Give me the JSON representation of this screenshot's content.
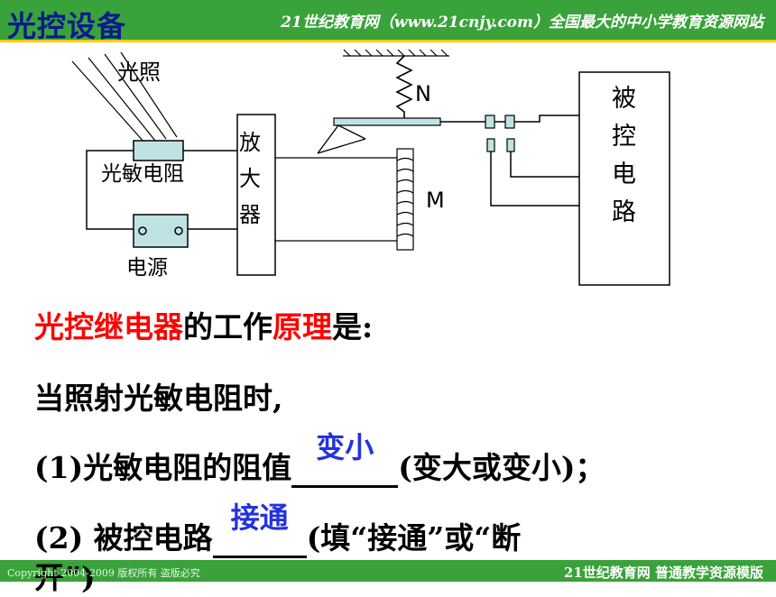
{
  "header": {
    "title": "光控设备",
    "site": "21世纪教育网（www.21cnjy.com）全国最大的中小学教育资源网站"
  },
  "diagram": {
    "light_label": "光照",
    "photoresistor_label": "光敏电阻",
    "power_label": "电源",
    "amplifier_label": [
      "放",
      "大",
      "器"
    ],
    "spring_label": "N",
    "coil_label": "M",
    "controlled_circuit_label": [
      "被",
      "控",
      "电",
      "路"
    ]
  },
  "content": {
    "line1_red1": "光控继电器",
    "line1_black1": "的工作",
    "line1_red2": "原理",
    "line1_black2": "是:",
    "line2": "当照射光敏电阻时,",
    "q1_prefix": "(1)光敏电阻的阻值",
    "q1_answer": "变小",
    "q1_suffix": "(变大或变小)；",
    "q2_prefix": "(2) 被控电路",
    "q2_answer": "接通",
    "q2_suffix": "(填“接通”或“断",
    "q2_line2": "开”)"
  },
  "footer": {
    "copyright": "Copyright 2004-2009 版权所有 盗版必究",
    "right": "21世纪教育网    普通教学资源模版"
  },
  "colors": {
    "header_green": "#3aa23a",
    "title_blue": "#0a1a8c",
    "answer_blue": "#2233dd",
    "highlight_red": "#ff0000",
    "component_fill": "#bfe3e3"
  }
}
